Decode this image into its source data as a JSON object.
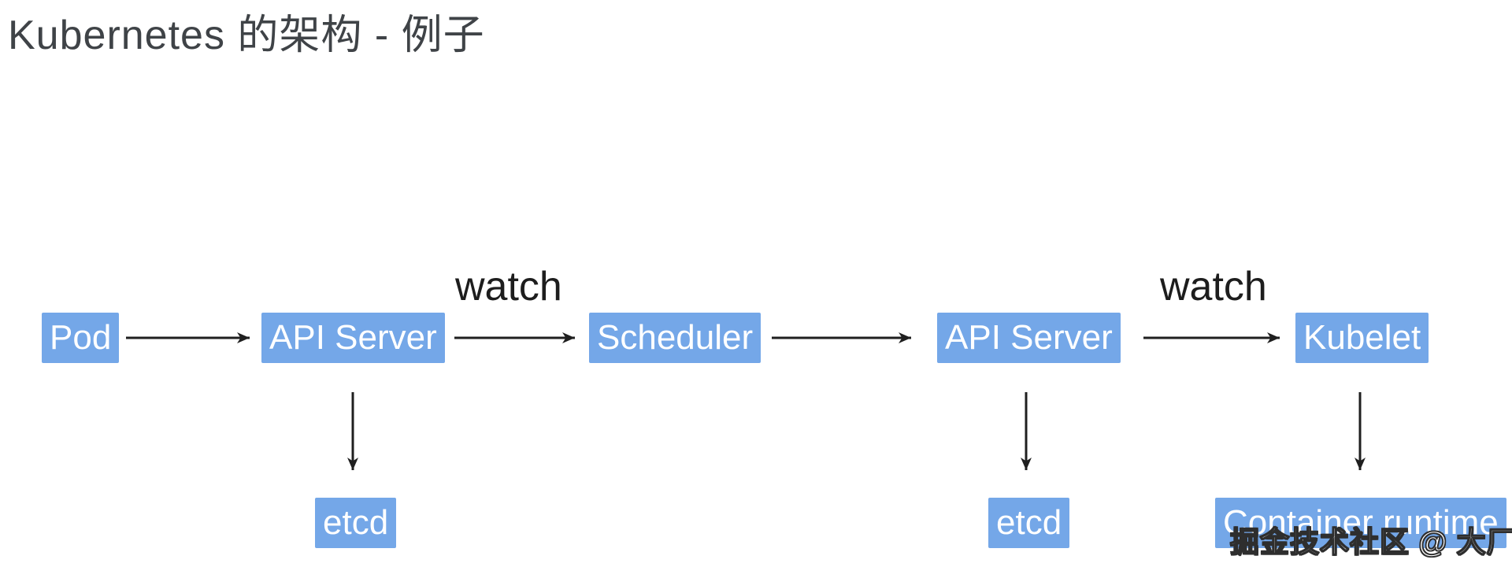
{
  "title": "Kubernetes 的架构 - 例子",
  "diagram": {
    "type": "flow",
    "nodes": {
      "pod": {
        "label": "Pod"
      },
      "api_server_1": {
        "label": "API Server"
      },
      "scheduler": {
        "label": "Scheduler"
      },
      "api_server_2": {
        "label": "API Server"
      },
      "kubelet": {
        "label": "Kubelet"
      },
      "etcd_1": {
        "label": "etcd"
      },
      "etcd_2": {
        "label": "etcd"
      },
      "container_runtime": {
        "label": "Container runtime"
      }
    },
    "edges": [
      {
        "from": "pod",
        "to": "api_server_1",
        "label": ""
      },
      {
        "from": "api_server_1",
        "to": "scheduler",
        "label": "watch"
      },
      {
        "from": "scheduler",
        "to": "api_server_2",
        "label": ""
      },
      {
        "from": "api_server_2",
        "to": "kubelet",
        "label": "watch"
      },
      {
        "from": "api_server_1",
        "to": "etcd_1",
        "label": ""
      },
      {
        "from": "api_server_2",
        "to": "etcd_2",
        "label": ""
      },
      {
        "from": "kubelet",
        "to": "container_runtime",
        "label": ""
      }
    ]
  },
  "watermark": "掘金技术社区 @ 大厂孕妈前端",
  "colors": {
    "background": "#ffffff",
    "node_fill": "#74a7e8",
    "node_text": "#ffffff",
    "arrow": "#1f1f1f",
    "title_text": "#3f4347"
  }
}
